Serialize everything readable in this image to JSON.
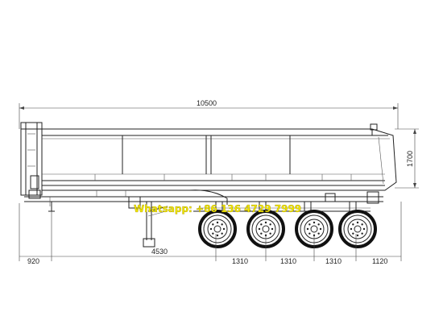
{
  "dimensions": {
    "overall_length": "10500",
    "body_height": "1700",
    "front_overhang": "920",
    "kingpin_to_axle": "4530",
    "axle_spacing_1": "1310",
    "axle_spacing_2": "1310",
    "axle_spacing_3": "1310",
    "rear_overhang": "1120"
  },
  "watermark": {
    "text": "Whatsapp: +86 136 4729 7999"
  },
  "colors": {
    "line": "#222222",
    "watermark_fill": "#f2e600"
  },
  "axles": 4
}
